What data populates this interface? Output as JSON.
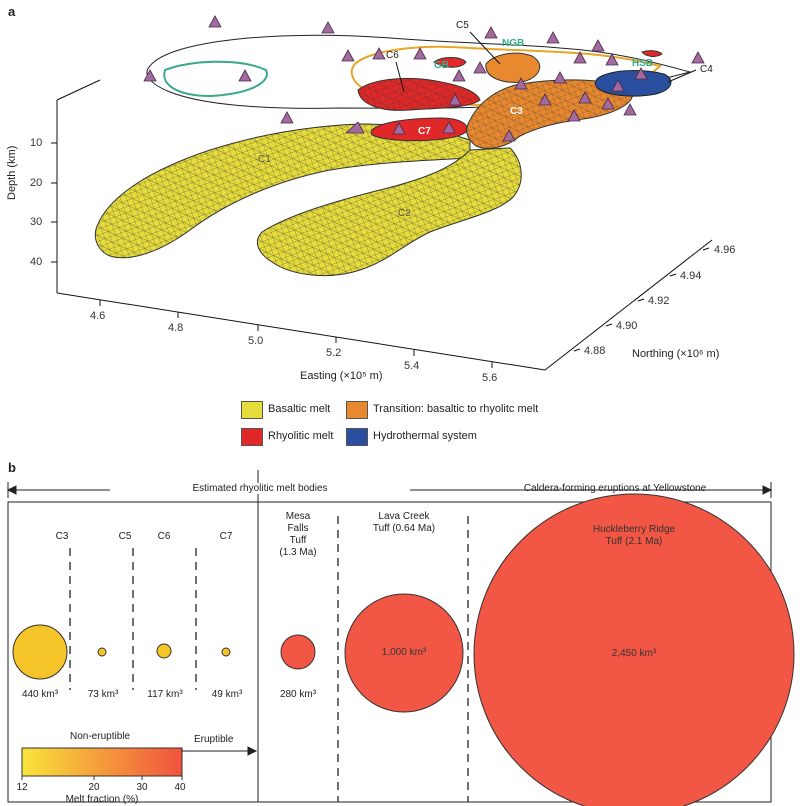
{
  "panel_a": {
    "label": "a",
    "depth_axis": {
      "title": "Depth (km)",
      "ticks": [
        "10",
        "20",
        "30",
        "40"
      ]
    },
    "easting_axis": {
      "title": "Easting (×10⁵ m)",
      "ticks": [
        "4.6",
        "4.8",
        "5.0",
        "5.2",
        "5.4",
        "5.6"
      ]
    },
    "northing_axis": {
      "title": "Northing (×10⁶ m)",
      "ticks": [
        "4.96",
        "4.94",
        "4.92",
        "4.90",
        "4.88"
      ]
    },
    "labels": {
      "c3": "C3",
      "c4": "C4",
      "c5": "C5",
      "c6": "C6",
      "c7": "C7",
      "c1": "C1",
      "c2": "C2",
      "ngb": "NGB",
      "gb": "GB",
      "hsb": "HSB"
    },
    "legend": {
      "basaltic": "Basaltic melt",
      "transition": "Transition: basaltic to rhyolitc melt",
      "rhyolitic": "Rhyolitic melt",
      "hydrothermal": "Hydrothermal system"
    },
    "colors": {
      "basaltic": "#e6dc3c",
      "transition": "#e8892f",
      "rhyolitic": "#e02828",
      "hydrothermal": "#2a4f9e",
      "station": "#a26a9e",
      "green_outline": "#3aa88a",
      "orange_outline": "#e8a628"
    }
  },
  "panel_b": {
    "label": "b",
    "header_left": "Estimated rhyolitic melt bodies",
    "header_right": "Caldera-forming eruptions at Yellowstone",
    "bodies": [
      {
        "name": "C3",
        "volume": "440 km³"
      },
      {
        "name": "C5",
        "volume": "73 km³"
      },
      {
        "name": "C6",
        "volume": "117 km³"
      },
      {
        "name": "C7",
        "volume": "49 km³"
      }
    ],
    "eruptions": [
      {
        "name_lines": [
          "Mesa",
          "Falls",
          "Tuff",
          "(1.3 Ma)"
        ],
        "volume": "280 km³"
      },
      {
        "name_lines": [
          "Lava Creek",
          "Tuff (0.64 Ma)"
        ],
        "volume": "1,000 km³"
      },
      {
        "name_lines": [
          "Huckleberry Ridge",
          "Tuff (2.1 Ma)"
        ],
        "volume": "2,450 km³"
      }
    ],
    "colorbar": {
      "left_label": "Non-eruptible",
      "right_label": "Eruptible",
      "ticks": [
        "12",
        "20",
        "30",
        "40"
      ],
      "title": "Melt fraction (%)",
      "color_low": "#f9e43a",
      "color_high": "#f0523e"
    },
    "colors": {
      "body_fill": "#f6c52a",
      "eruption_fill": "#f25644"
    }
  }
}
